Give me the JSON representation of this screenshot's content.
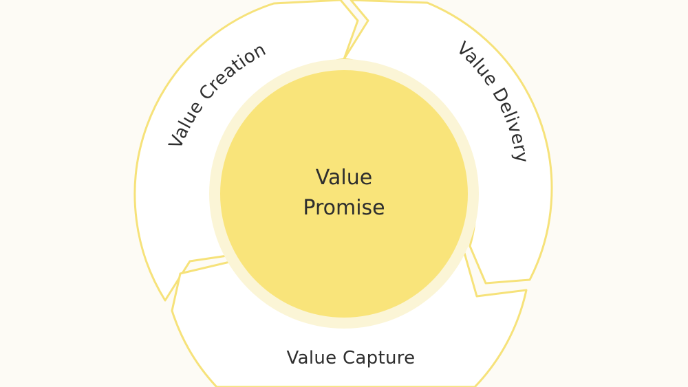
{
  "diagram": {
    "center_label_line1": "Value",
    "center_label_line2": "Promise",
    "segments": [
      {
        "label": "Value Creation"
      },
      {
        "label": "Value Delivery"
      },
      {
        "label": "Value Capture"
      }
    ],
    "colors": {
      "background": "#FDFBF5",
      "ring_fill": "#FFFFFF",
      "ring_stroke": "#F6E27A",
      "center_fill": "#F9E47A",
      "center_halo": "#FBF5D6",
      "text": "#2E2E2E"
    }
  }
}
